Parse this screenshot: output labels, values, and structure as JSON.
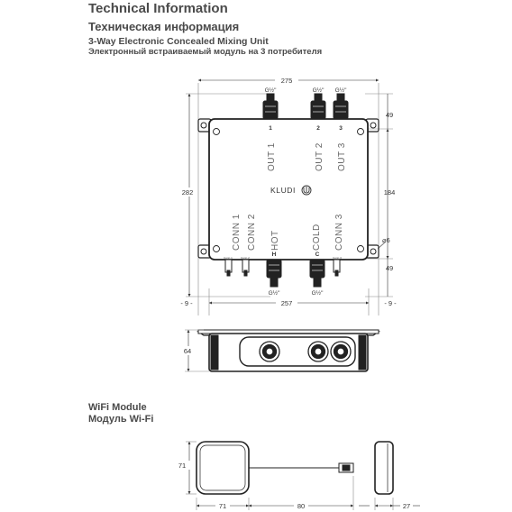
{
  "header": {
    "title_en": "Technical Information",
    "title_ru": "Техническая информация",
    "subtitle_en": "3-Way Electronic Concealed Mixing Unit",
    "subtitle_ru": "Электронный встраиваемый модуль на 3 потребителя"
  },
  "front_view": {
    "dims": {
      "total_width": "275",
      "inner_width": "257",
      "left_offset": "- 9 -",
      "right_offset": "- 9 -",
      "total_height": "282",
      "center_height": "184",
      "top_offset": "49",
      "bottom_offset": "49",
      "hole": "⌀6"
    },
    "threads": {
      "out1": "G½\"",
      "out2": "G½\"",
      "out3": "G½\"",
      "hot": "G½\"",
      "cold": "G½\""
    },
    "numbers": {
      "out1": "1",
      "out2": "2",
      "out3": "3",
      "hot": "H",
      "cold": "C"
    },
    "labels": {
      "out1": "OUT 1",
      "out2": "OUT 2",
      "out3": "OUT 3",
      "conn1": "CONN 1",
      "conn2": "CONN 2",
      "hot": "HOT",
      "cold": "COLD",
      "conn3": "CONN 3"
    },
    "brand": "KLUDI",
    "small_labels": {
      "conn1": "Conn 1",
      "conn2": "Conn 2",
      "conn3": "Conn 3"
    }
  },
  "side_view": {
    "depth": "64"
  },
  "wifi": {
    "title_en": "WiFi Module",
    "title_ru": "Модуль Wi-Fi",
    "dims": {
      "height": "71",
      "width": "71",
      "cable": "80",
      "depth": "27"
    }
  }
}
